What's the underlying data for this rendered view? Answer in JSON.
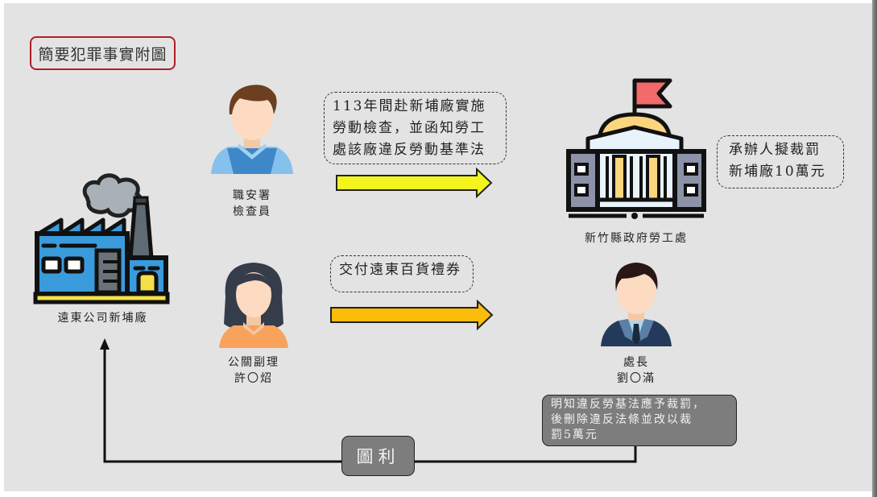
{
  "title": "簡要犯罪事實附圖",
  "colors": {
    "background": "#e3e3e3",
    "title_border": "#b01e2a",
    "arrow_inspection": "#f5f51e",
    "arrow_giftcard": "#fbbc0a",
    "note_box": "#7d7d7d"
  },
  "nodes": {
    "factory": {
      "icon": "factory-icon",
      "label": "遠東公司新埔廠"
    },
    "inspector": {
      "icon": "male-person-icon",
      "label_lines": [
        "職安署",
        "檢查員"
      ]
    },
    "pr_deputy": {
      "icon": "female-person-icon",
      "label_lines": [
        "公關副理",
        "許〇炤"
      ]
    },
    "labor_dept": {
      "icon": "government-building-icon",
      "label": "新竹縣政府勞工處"
    },
    "director": {
      "icon": "businessman-icon",
      "label_lines": [
        "處長",
        "劉〇滿"
      ]
    }
  },
  "edges": {
    "inspection": {
      "text_lines": [
        "113年間赴新埔廠實施",
        "勞動檢查，並函知勞工",
        "處該廠違反勞動基準法"
      ],
      "from": "inspector",
      "to": "labor_dept"
    },
    "gift": {
      "text_lines": [
        "交付遠東百貨禮券"
      ],
      "from": "pr_deputy",
      "to": "director"
    },
    "benefit": {
      "label": "圖利",
      "from": "director",
      "to": "factory"
    }
  },
  "notes": {
    "proposed_fine": {
      "text_lines": [
        "承辦人擬裁罰",
        "新埔廠10萬元"
      ]
    },
    "director_action": {
      "text_lines": [
        "明知違反勞基法應予裁罰，",
        "後刪除違反法條並改以裁",
        "罰5萬元"
      ]
    }
  }
}
